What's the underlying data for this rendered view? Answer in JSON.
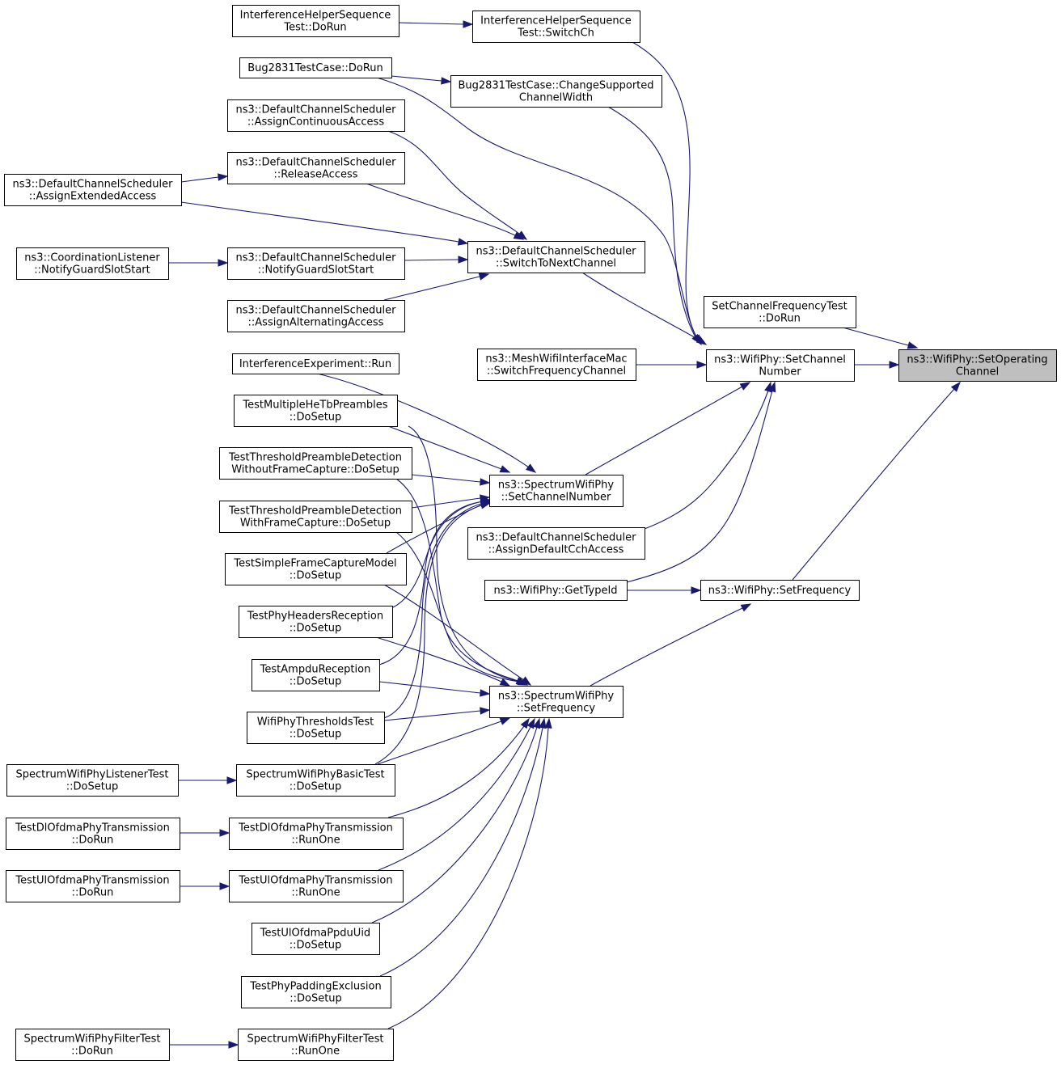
{
  "colors": {
    "edge": "#191970",
    "node_fill": "#ffffff",
    "node_border": "#000000",
    "focus_fill": "#bfbfbf",
    "text": "#000000"
  },
  "nodes": {
    "setoperating": {
      "lines": [
        "ns3::WifiPhy::SetOperating",
        "Channel"
      ],
      "focus": true
    },
    "setchannelnumber": {
      "lines": [
        "ns3::WifiPhy::SetChannel",
        "Number"
      ]
    },
    "setfrequency": {
      "lines": [
        "ns3::WifiPhy::SetFrequency"
      ]
    },
    "setchannelfreqtest": {
      "lines": [
        "SetChannelFrequencyTest",
        "::DoRun"
      ]
    },
    "ihs_switchch": {
      "lines": [
        "InterferenceHelperSequence",
        "Test::SwitchCh"
      ]
    },
    "ihs_dorun": {
      "lines": [
        "InterferenceHelperSequence",
        "Test::DoRun"
      ]
    },
    "bug_changesupported": {
      "lines": [
        "Bug2831TestCase::ChangeSupported",
        "ChannelWidth"
      ]
    },
    "bug_dorun": {
      "lines": [
        "Bug2831TestCase::DoRun"
      ]
    },
    "dcs_switchtonext": {
      "lines": [
        "ns3::DefaultChannelScheduler",
        "::SwitchToNextChannel"
      ]
    },
    "dcs_assigncontinuous": {
      "lines": [
        "ns3::DefaultChannelScheduler",
        "::AssignContinuousAccess"
      ]
    },
    "dcs_release": {
      "lines": [
        "ns3::DefaultChannelScheduler",
        "::ReleaseAccess"
      ]
    },
    "dcs_assignextended": {
      "lines": [
        "ns3::DefaultChannelScheduler",
        "::AssignExtendedAccess"
      ]
    },
    "dcs_notifyguard": {
      "lines": [
        "ns3::DefaultChannelScheduler",
        "::NotifyGuardSlotStart"
      ]
    },
    "cl_notifyguard": {
      "lines": [
        "ns3::CoordinationListener",
        "::NotifyGuardSlotStart"
      ]
    },
    "dcs_assignalternating": {
      "lines": [
        "ns3::DefaultChannelScheduler",
        "::AssignAlternatingAccess"
      ]
    },
    "mesh_switchfreq": {
      "lines": [
        "ns3::MeshWifiInterfaceMac",
        "::SwitchFrequencyChannel"
      ]
    },
    "swp_setchannelnumber": {
      "lines": [
        "ns3::SpectrumWifiPhy",
        "::SetChannelNumber"
      ]
    },
    "dcs_assigndefaultcch": {
      "lines": [
        "ns3::DefaultChannelScheduler",
        "::AssignDefaultCchAccess"
      ]
    },
    "wifiphy_gettypeid": {
      "lines": [
        "ns3::WifiPhy::GetTypeId"
      ]
    },
    "swp_setfrequency": {
      "lines": [
        "ns3::SpectrumWifiPhy",
        "::SetFrequency"
      ]
    },
    "ie_run": {
      "lines": [
        "InterferenceExperiment::Run"
      ]
    },
    "tmhe_dosetup": {
      "lines": [
        "TestMultipleHeTbPreambles",
        "::DoSetup"
      ]
    },
    "ttpd_wofc": {
      "lines": [
        "TestThresholdPreambleDetection",
        "WithoutFrameCapture::DoSetup"
      ]
    },
    "ttpd_wfc": {
      "lines": [
        "TestThresholdPreambleDetection",
        "WithFrameCapture::DoSetup"
      ]
    },
    "tsfcm_dosetup": {
      "lines": [
        "TestSimpleFrameCaptureModel",
        "::DoSetup"
      ]
    },
    "tphr_dosetup": {
      "lines": [
        "TestPhyHeadersReception",
        "::DoSetup"
      ]
    },
    "tar_dosetup": {
      "lines": [
        "TestAmpduReception",
        "::DoSetup"
      ]
    },
    "wpt_dosetup": {
      "lines": [
        "WifiPhyThresholdsTest",
        "::DoSetup"
      ]
    },
    "swpbt_dosetup": {
      "lines": [
        "SpectrumWifiPhyBasicTest",
        "::DoSetup"
      ]
    },
    "swplt_dosetup": {
      "lines": [
        "SpectrumWifiPhyListenerTest",
        "::DoSetup"
      ]
    },
    "tdl_runone": {
      "lines": [
        "TestDlOfdmaPhyTransmission",
        "::RunOne"
      ]
    },
    "tdl_dorun": {
      "lines": [
        "TestDlOfdmaPhyTransmission",
        "::DoRun"
      ]
    },
    "tul_runone": {
      "lines": [
        "TestUlOfdmaPhyTransmission",
        "::RunOne"
      ]
    },
    "tul_dorun": {
      "lines": [
        "TestUlOfdmaPhyTransmission",
        "::DoRun"
      ]
    },
    "tulppdu_dosetup": {
      "lines": [
        "TestUlOfdmaPpduUid",
        "::DoSetup"
      ]
    },
    "tppe_dosetup": {
      "lines": [
        "TestPhyPaddingExclusion",
        "::DoSetup"
      ]
    },
    "swpft_runone": {
      "lines": [
        "SpectrumWifiPhyFilterTest",
        "::RunOne"
      ]
    },
    "swpft_dorun": {
      "lines": [
        "SpectrumWifiPhyFilterTest",
        "::DoRun"
      ]
    }
  }
}
